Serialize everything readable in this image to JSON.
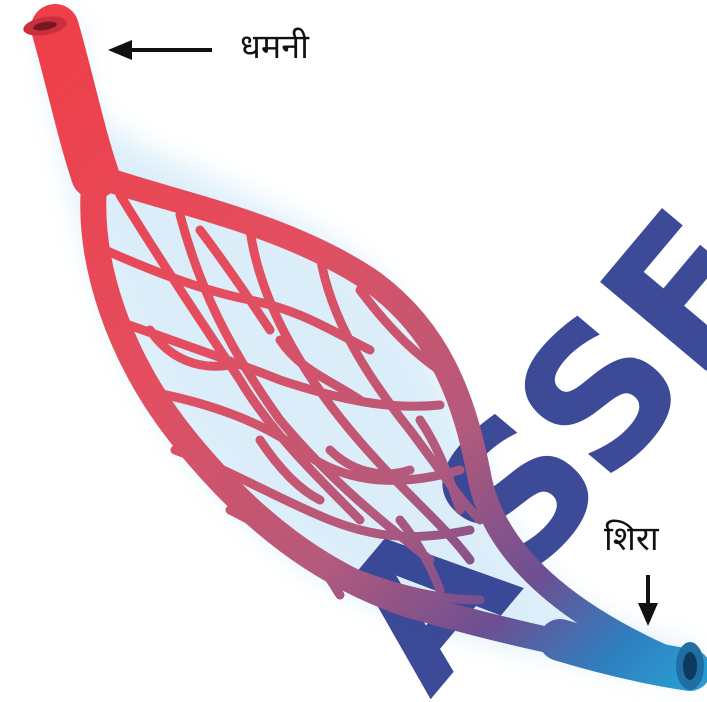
{
  "labels": {
    "artery": "धमनी",
    "vein": "शिरा"
  },
  "colors": {
    "artery": "#e8434f",
    "capillary_mid": "#c95570",
    "vein_mid": "#7a4f8c",
    "vein": "#2a8ec2",
    "glow": "#cfe7f7",
    "watermark": "#2c3b8f",
    "arrow": "#111111"
  },
  "watermark_text": "ASSF"
}
